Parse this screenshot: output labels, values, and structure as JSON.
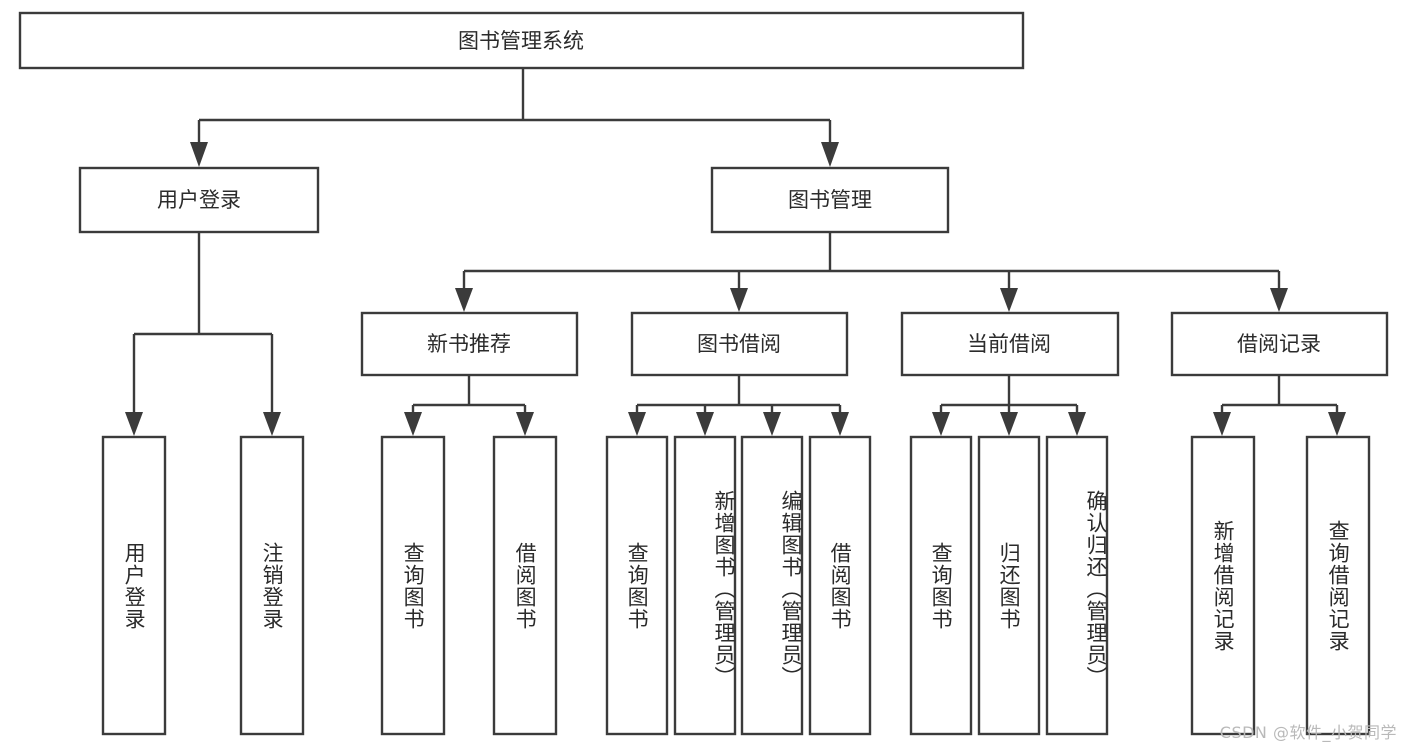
{
  "diagram": {
    "type": "tree-hierarchy",
    "title": "图书管理系统",
    "orientation": "top-down",
    "colors": {
      "box_fill": "#ffffff",
      "box_stroke": "#3b3b3b",
      "text": "#2b2b2b",
      "background": "#ffffff",
      "watermark": "#b9b9b9"
    },
    "root": {
      "label": "图书管理系统"
    },
    "level2": [
      {
        "label": "用户登录"
      },
      {
        "label": "图书管理"
      }
    ],
    "level3": [
      {
        "label": "新书推荐"
      },
      {
        "label": "图书借阅"
      },
      {
        "label": "当前借阅"
      },
      {
        "label": "借阅记录"
      }
    ],
    "leaves": {
      "user_login": [
        {
          "label": "用户登录"
        },
        {
          "label": "注销登录"
        }
      ],
      "new_book_recommend": [
        {
          "label": "查询图书"
        },
        {
          "label": "借阅图书"
        }
      ],
      "book_borrow": [
        {
          "label": "查询图书"
        },
        {
          "label": "新增图书（管理员）"
        },
        {
          "label": "编辑图书（管理员）"
        },
        {
          "label": "借阅图书"
        }
      ],
      "current_borrow": [
        {
          "label": "查询图书"
        },
        {
          "label": "归还图书"
        },
        {
          "label": "确认归还（管理员）"
        }
      ],
      "borrow_record": [
        {
          "label": "新增借阅记录"
        },
        {
          "label": "查询借阅记录"
        }
      ]
    }
  },
  "watermark": {
    "text": "CSDN @软件_小贺同学"
  }
}
